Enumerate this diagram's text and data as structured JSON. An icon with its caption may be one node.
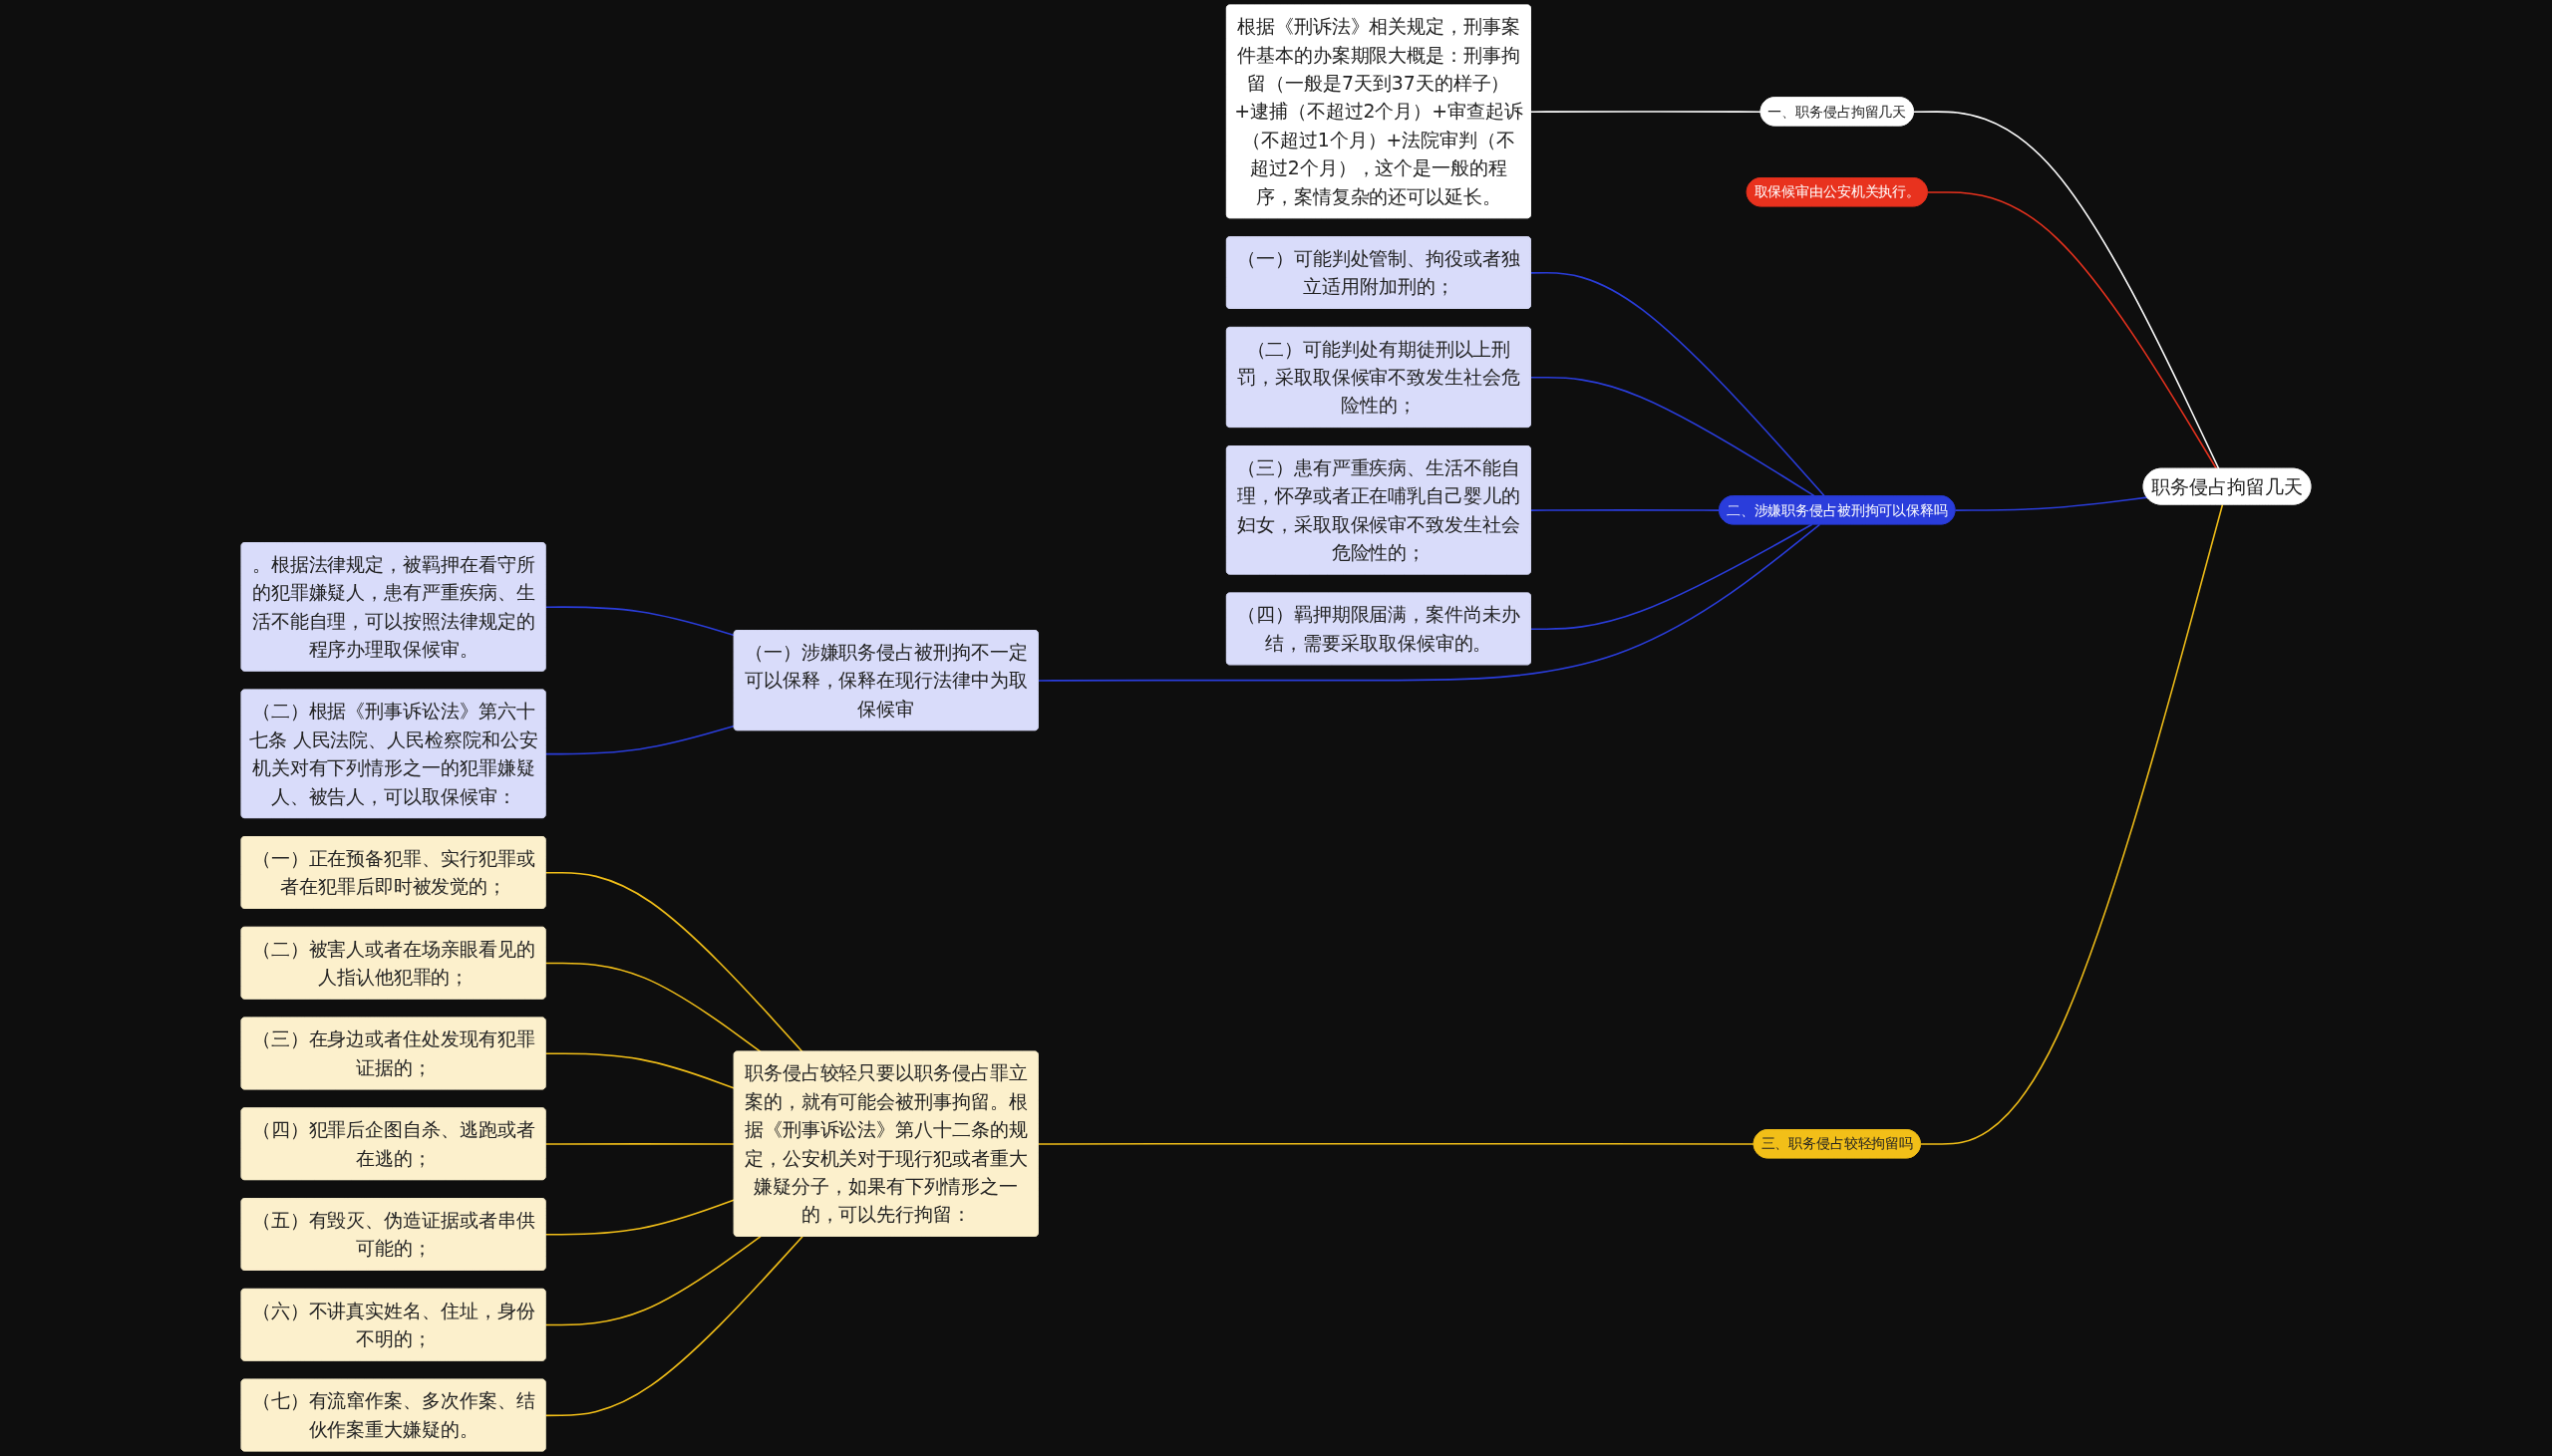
{
  "diagram": {
    "nodes": [
      {
        "text": [
          "职务侵占拘留几天"
        ]
      },
      {
        "text": [
          "一、职务侵占拘留几天"
        ]
      },
      {
        "text": [
          "根据《刑诉法》相关规定，刑事案件基本的办案期限大概是：刑事拘留（一般是7天到37天的样子）+逮捕（不超过2个月）+审查起诉（不超过1个月）+法院审判（不超过2个月），这个是一般的程序，案情复杂的还可以延长。"
        ]
      },
      {
        "text": [
          "取保候审由公安机关执行。"
        ]
      },
      {
        "text": [
          "二、涉嫌职务侵占被刑拘可以保释吗"
        ]
      },
      {
        "text": [
          "（一）涉嫌职务侵占被刑拘不一定可以保释，保释在现行法律中为取保候审"
        ]
      },
      {
        "text": [
          "。根据法律规定，被羁押在看守所的犯罪嫌疑人，患有严重疾病、生活不能自理，可以按照法律规定的程序办理取保候审。"
        ]
      },
      {
        "text": [
          "（二）根据《刑事诉讼法》第六十七条 人民法院、人民检察院和公安机关对有下列情形之一的犯罪嫌疑人、被告人，可以取保候审："
        ]
      },
      {
        "text": [
          "（一）可能判处管制、拘役或者独立适用附加刑的；"
        ]
      },
      {
        "text": [
          "（二）可能判处有期徒刑以上刑罚，采取取保候审不致发生社会危险性的；"
        ]
      },
      {
        "text": [
          "（三）患有严重疾病、生活不能自理，怀孕或者正在哺乳自己婴儿的妇女，采取取保候审不致发生社会危险性的；"
        ]
      },
      {
        "text": [
          "（四）羁押期限届满，案件尚未办结，需要采取取保候审的。"
        ]
      },
      {
        "text": [
          "三、职务侵占较轻拘留吗"
        ]
      },
      {
        "text": [
          "职务侵占较轻只要以职务侵占罪立案的，就有可能会被刑事拘留。根据《刑事诉讼法》第八十二条的规定，公安机关对于现行犯或者重大嫌疑分子，如果有下列情形之一的，可以先行拘留："
        ]
      },
      {
        "text": [
          "（一）正在预备犯罪、实行犯罪或者在犯罪后即时被发觉的；"
        ]
      },
      {
        "text": [
          "（二）被害人或者在场亲眼看见的人指认他犯罪的；"
        ]
      },
      {
        "text": [
          "（三）在身边或者住处发现有犯罪证据的；"
        ]
      },
      {
        "text": [
          "（四）犯罪后企图自杀、逃跑或者在逃的；"
        ]
      },
      {
        "text": [
          "（五）有毁灭、伪造证据或者串供可能的；"
        ]
      },
      {
        "text": [
          "（六）不讲真实姓名、住址，身份不明的；"
        ]
      },
      {
        "text": [
          "（七）有流窜作案、多次作案、结伙作案重大嫌疑的。"
        ]
      }
    ],
    "edges": [
      {
        "from": 0,
        "to": 1,
        "arrow": "none",
        "color": "#ffffff"
      },
      {
        "from": 1,
        "to": 2,
        "arrow": "none",
        "color": "#ffffff"
      },
      {
        "from": 0,
        "to": 3,
        "arrow": "none",
        "color": "#e8321e"
      },
      {
        "from": 0,
        "to": 4,
        "arrow": "none",
        "color": "#2a3ddb"
      },
      {
        "from": 4,
        "to": 5,
        "arrow": "none",
        "color": "#2a3ddb"
      },
      {
        "from": 5,
        "to": 6,
        "arrow": "none",
        "color": "#2a3ddb"
      },
      {
        "from": 5,
        "to": 7,
        "arrow": "none",
        "color": "#2a3ddb"
      },
      {
        "from": 4,
        "to": 8,
        "arrow": "none",
        "color": "#2a3ddb"
      },
      {
        "from": 4,
        "to": 9,
        "arrow": "none",
        "color": "#2a3ddb"
      },
      {
        "from": 4,
        "to": 10,
        "arrow": "none",
        "color": "#2a3ddb"
      },
      {
        "from": 4,
        "to": 11,
        "arrow": "none",
        "color": "#2a3ddb"
      },
      {
        "from": 0,
        "to": 12,
        "arrow": "none",
        "color": "#f2bf18"
      },
      {
        "from": 12,
        "to": 13,
        "arrow": "none",
        "color": "#f2bf18"
      },
      {
        "from": 13,
        "to": 14,
        "arrow": "none",
        "color": "#f2bf18"
      },
      {
        "from": 13,
        "to": 15,
        "arrow": "none",
        "color": "#f2bf18"
      },
      {
        "from": 13,
        "to": 16,
        "arrow": "none",
        "color": "#f2bf18"
      },
      {
        "from": 13,
        "to": 17,
        "arrow": "none",
        "color": "#f2bf18"
      },
      {
        "from": 13,
        "to": 18,
        "arrow": "none",
        "color": "#f2bf18"
      },
      {
        "from": 13,
        "to": 19,
        "arrow": "none",
        "color": "#f2bf18"
      },
      {
        "from": 13,
        "to": 20,
        "arrow": "none",
        "color": "#f2bf18"
      }
    ]
  }
}
